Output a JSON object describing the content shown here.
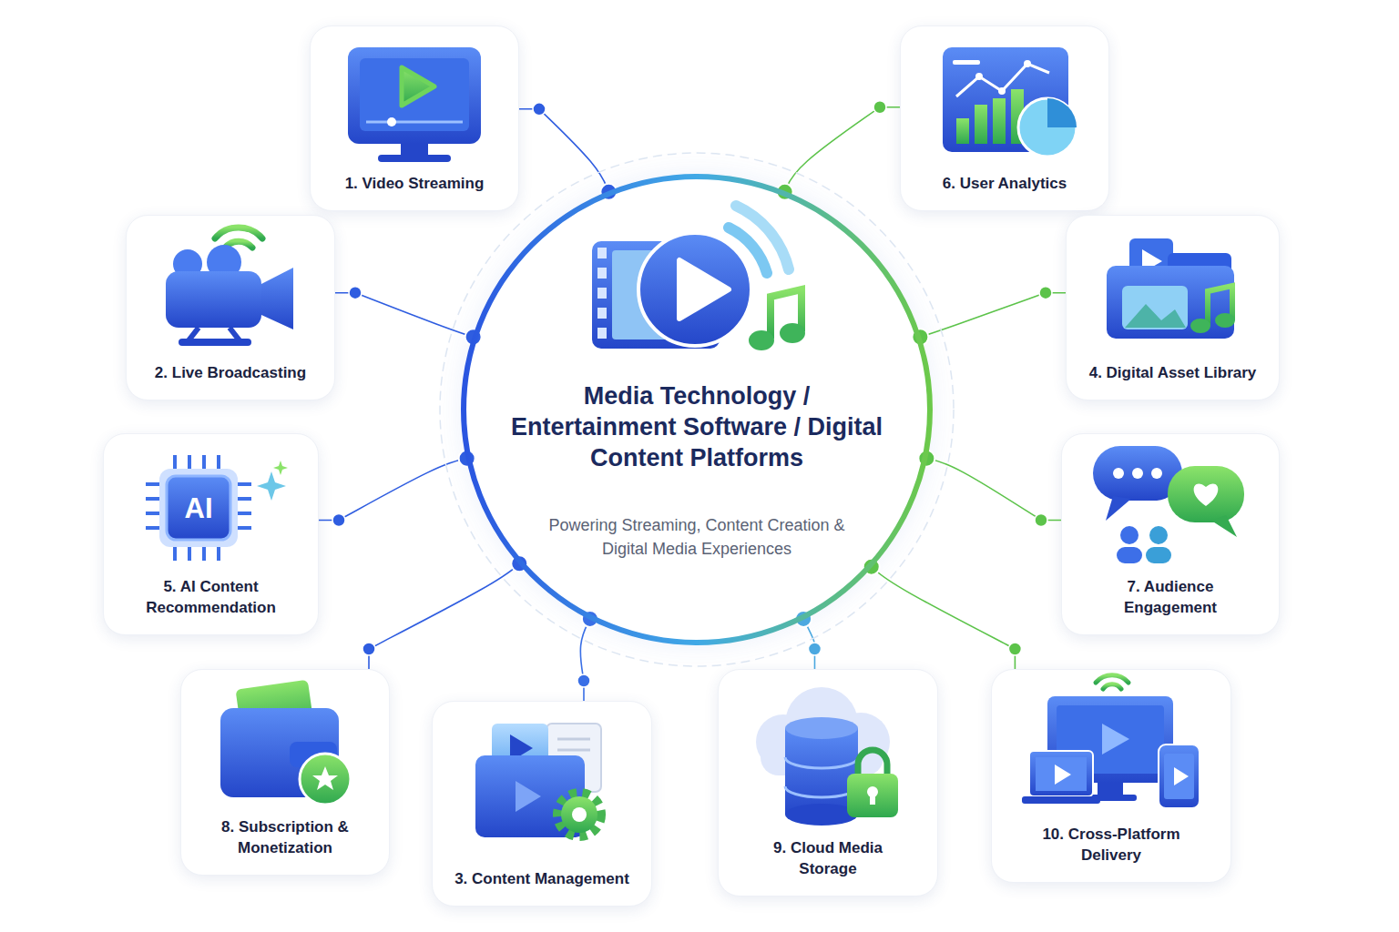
{
  "diagram": {
    "nodes": [
      {
        "text": [
          "Media Technology / Entertainment Software / Digital Content Platforms",
          "Powering Streaming, Content Creation & Digital Media Experiences"
        ]
      },
      {
        "text": [
          "1. Video Streaming"
        ]
      },
      {
        "text": [
          "6. User Analytics"
        ]
      },
      {
        "text": [
          "2. Live Broadcasting"
        ]
      },
      {
        "text": [
          "4. Digital Asset Library"
        ]
      },
      {
        "text": [
          "5. AI Content Recommendation"
        ]
      },
      {
        "text": [
          "7. Audience Engagement"
        ]
      },
      {
        "text": [
          "8. Subscription & Monetization"
        ]
      },
      {
        "text": [
          "3. Content Management"
        ]
      },
      {
        "text": [
          "9. Cloud Media Storage"
        ]
      },
      {
        "text": [
          "10. Cross-Platform Delivery"
        ]
      }
    ],
    "edges": [
      {
        "from": 0,
        "to": 1,
        "arrow": "none"
      },
      {
        "from": 0,
        "to": 2,
        "arrow": "none"
      },
      {
        "from": 0,
        "to": 3,
        "arrow": "none"
      },
      {
        "from": 0,
        "to": 4,
        "arrow": "none"
      },
      {
        "from": 0,
        "to": 5,
        "arrow": "none"
      },
      {
        "from": 0,
        "to": 6,
        "arrow": "none"
      },
      {
        "from": 0,
        "to": 7,
        "arrow": "none"
      },
      {
        "from": 0,
        "to": 8,
        "arrow": "none"
      },
      {
        "from": 0,
        "to": 9,
        "arrow": "none"
      },
      {
        "from": 0,
        "to": 10,
        "arrow": "none"
      }
    ],
    "labels": [
      "AI"
    ]
  }
}
